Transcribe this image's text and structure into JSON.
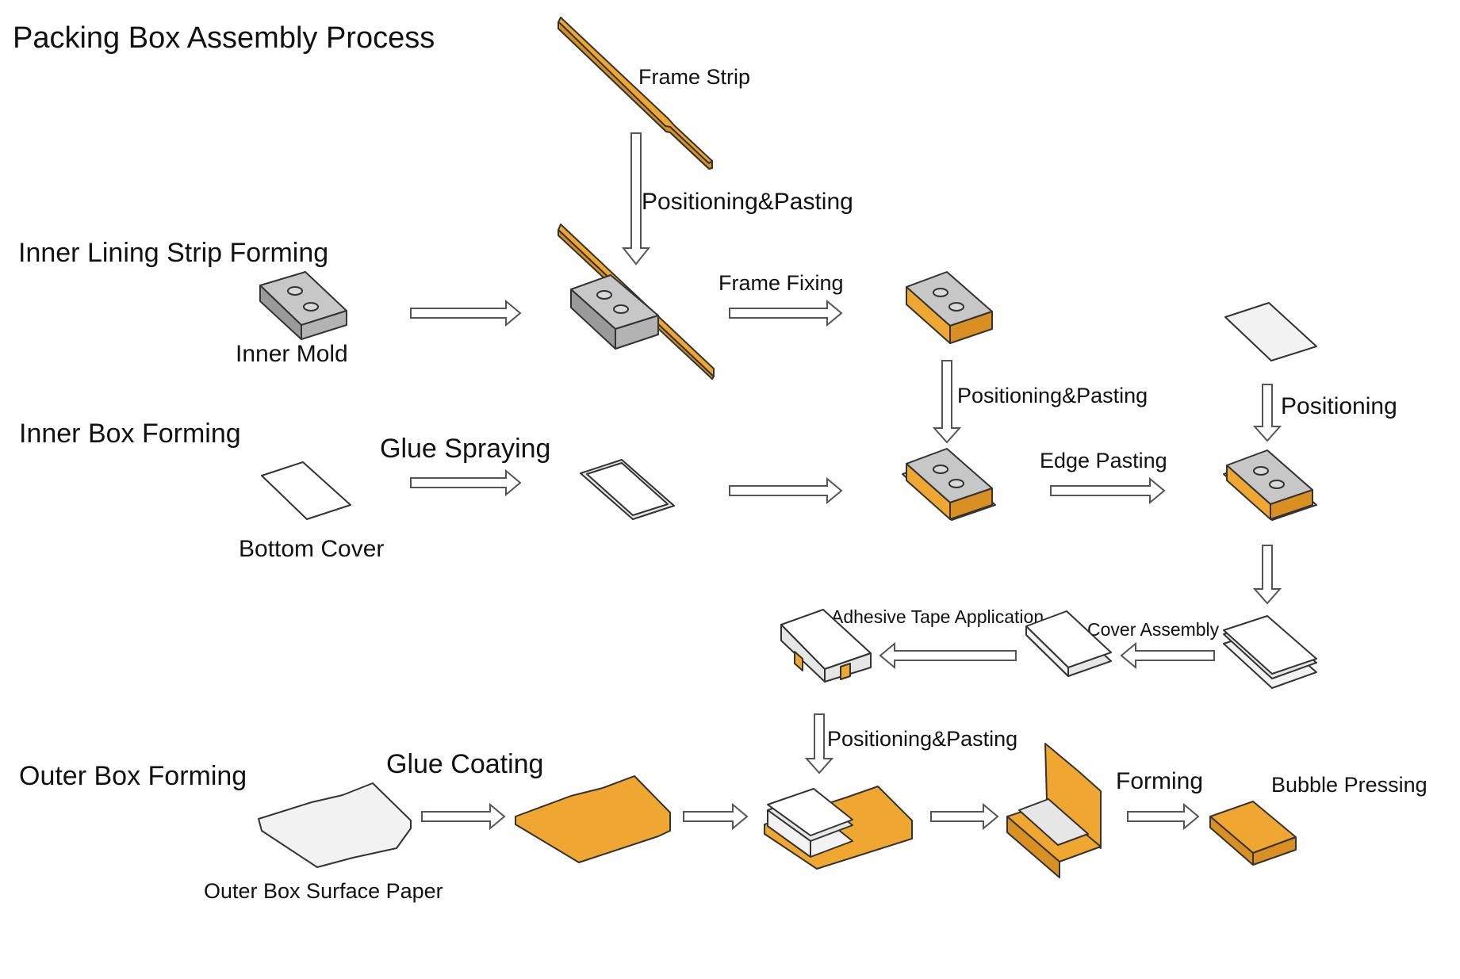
{
  "title": "Packing Box Assembly Process",
  "sections": {
    "inner_lining": "Inner Lining Strip Forming",
    "inner_box": "Inner Box Forming",
    "outer_box": "Outer Box Forming"
  },
  "labels": {
    "frame_strip": "Frame Strip",
    "positioning_pasting_1": "Positioning&Pasting",
    "inner_mold": "Inner Mold",
    "frame_fixing": "Frame Fixing",
    "positioning_pasting_2": "Positioning&Pasting",
    "positioning": "Positioning",
    "glue_spraying": "Glue Spraying",
    "bottom_cover": "Bottom Cover",
    "edge_pasting": "Edge Pasting",
    "adhesive_tape_application": "Adhesive Tape Application",
    "cover_assembly": "Cover Assembly",
    "positioning_pasting_3": "Positioning&Pasting",
    "glue_coating": "Glue Coating",
    "forming": "Forming",
    "bubble_pressing": "Bubble Pressing",
    "outer_box_surface_paper": "Outer Box Surface Paper"
  },
  "colors": {
    "orange": "#f0a732",
    "grey": "#c7c7c7",
    "arrow_stroke": "#555555"
  }
}
